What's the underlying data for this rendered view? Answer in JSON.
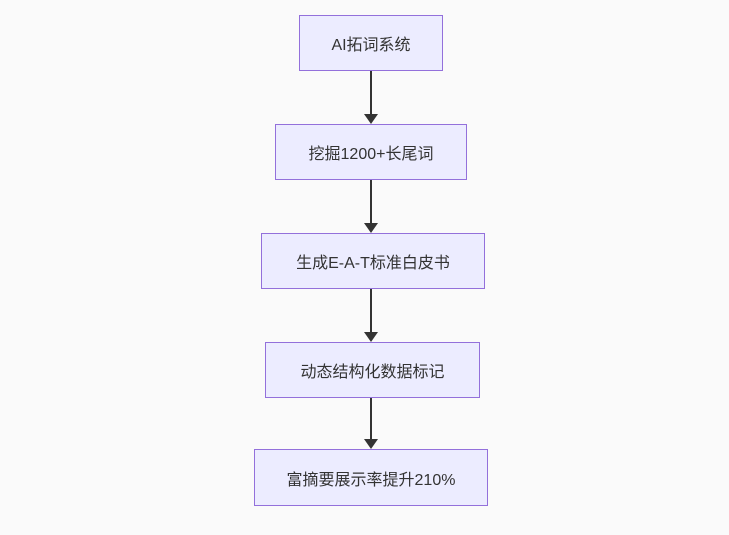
{
  "diagram": {
    "type": "flowchart-vertical",
    "background_color": "#fafafa",
    "node_fill_color": "#ECECFF",
    "node_border_color": "#9370DB",
    "arrow_color": "#333333",
    "text_color": "#333333",
    "nodes": [
      {
        "id": "n1",
        "label": "AI拓词系统"
      },
      {
        "id": "n2",
        "label": "挖掘1200+长尾词"
      },
      {
        "id": "n3",
        "label": "生成E-A-T标准白皮书"
      },
      {
        "id": "n4",
        "label": "动态结构化数据标记"
      },
      {
        "id": "n5",
        "label": "富摘要展示率提升210%"
      }
    ],
    "edges": [
      {
        "from": "n1",
        "to": "n2"
      },
      {
        "from": "n2",
        "to": "n3"
      },
      {
        "from": "n3",
        "to": "n4"
      },
      {
        "from": "n4",
        "to": "n5"
      }
    ]
  }
}
